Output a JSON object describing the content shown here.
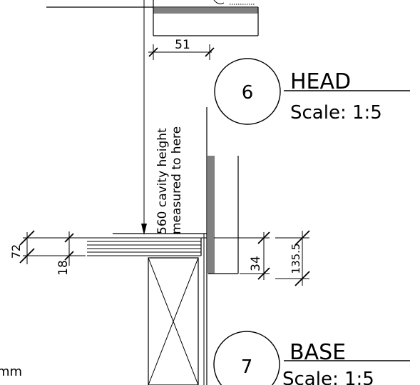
{
  "head_detail": {
    "number": "6",
    "title": "HEAD",
    "scale": "Scale: 1:5"
  },
  "base_detail": {
    "number": "7",
    "title": "BASE",
    "scale": "Scale: 1:5"
  },
  "dimensions": {
    "head_gap": "51",
    "cavity_note_line1": "560 cavity height",
    "cavity_note_line2": "measured to here",
    "left_outer": "72",
    "left_inner": "18",
    "right_inner": "34",
    "right_outer": "135.5"
  },
  "edge_text": {
    "bottom_left": "mm"
  }
}
